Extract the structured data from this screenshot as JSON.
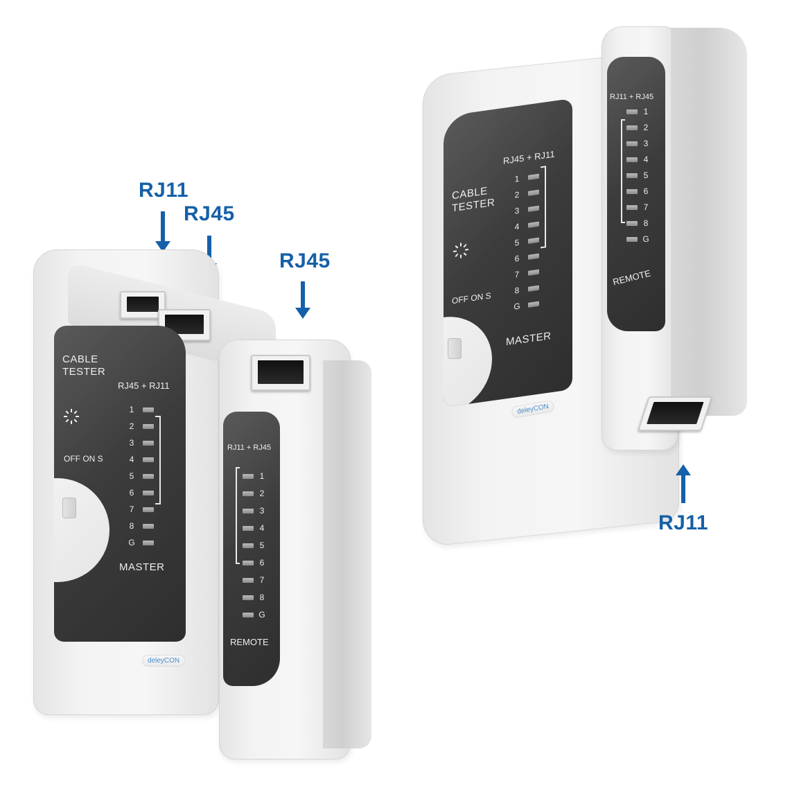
{
  "callouts": {
    "left_rj11": "RJ11",
    "left_rj45_master": "RJ45",
    "left_rj45_remote": "RJ45",
    "right_rj11": "RJ11"
  },
  "colors": {
    "callout_blue": "#1560a8",
    "panel_dark": "#3c3c3c",
    "shell_light": "#f3f3f3"
  },
  "master": {
    "title_line1": "CABLE",
    "title_line2": "TESTER",
    "ports_label": "RJ45 + RJ11",
    "switch_label": "OFF ON S",
    "unit_label": "MASTER",
    "leds": [
      "1",
      "2",
      "3",
      "4",
      "5",
      "6",
      "7",
      "8",
      "G"
    ],
    "brand": "deleyCON"
  },
  "remote": {
    "ports_label": "RJ11 + RJ45",
    "unit_label": "REMOTE",
    "leds": [
      "1",
      "2",
      "3",
      "4",
      "5",
      "6",
      "7",
      "8",
      "G"
    ]
  }
}
